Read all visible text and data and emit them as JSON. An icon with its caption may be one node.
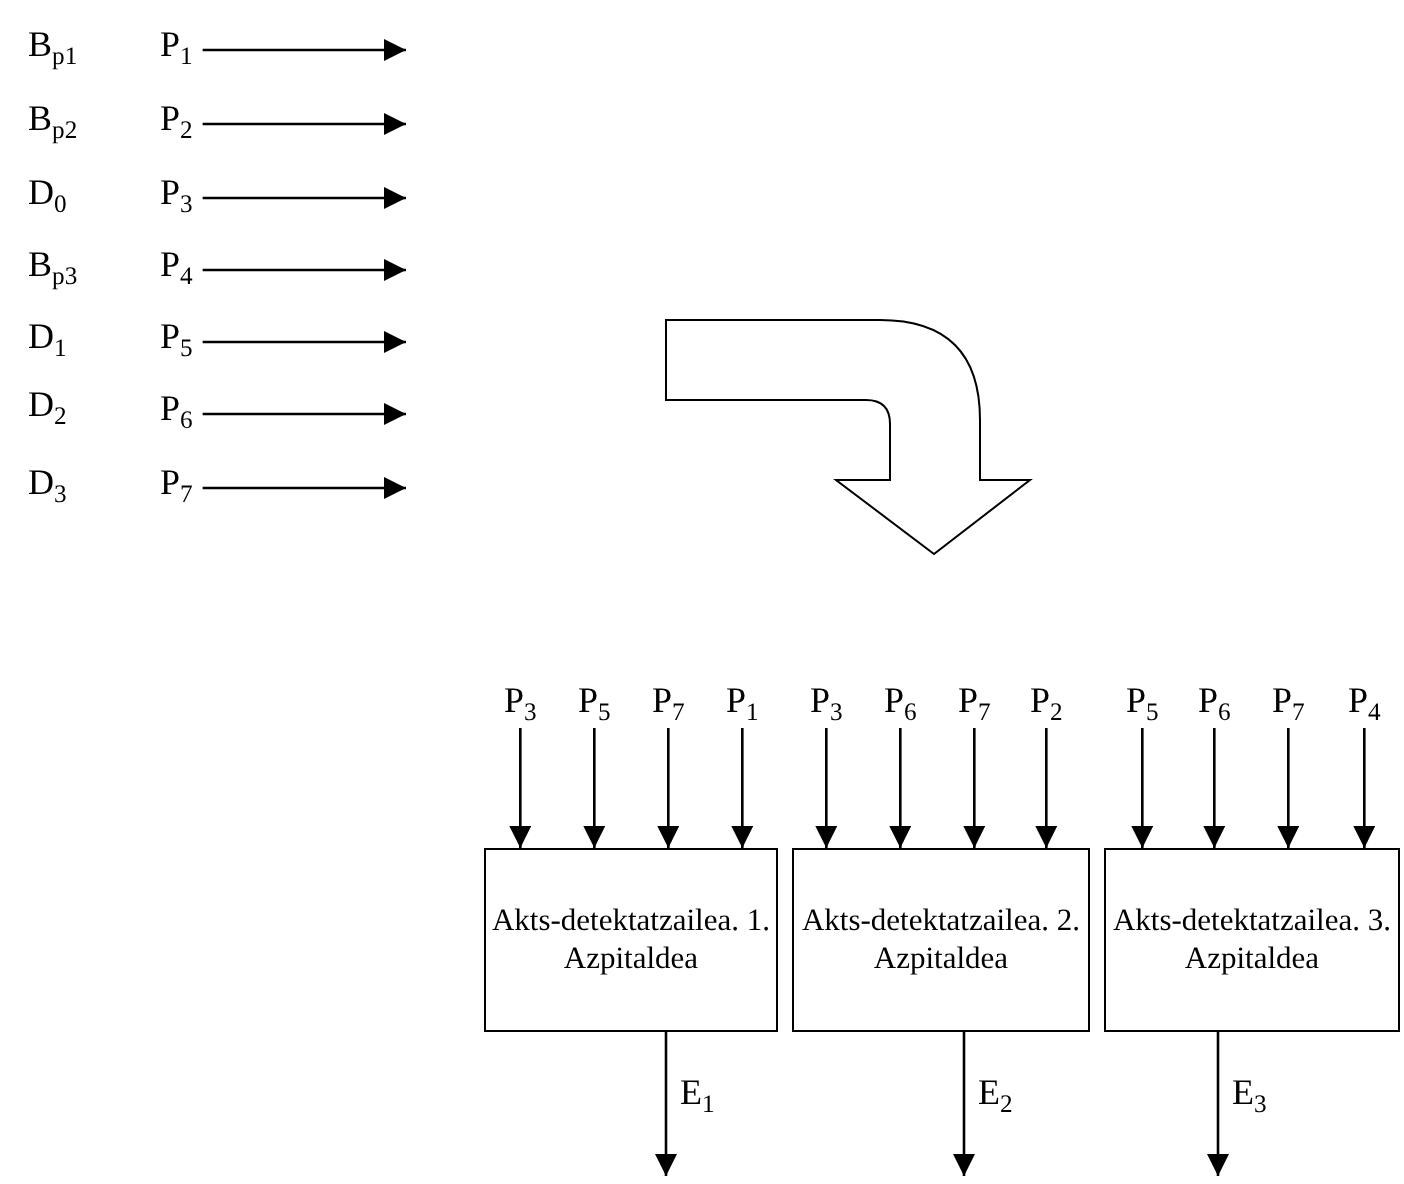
{
  "diagram": {
    "nodes": [
      {
        "text": [
          "P$_{1}$"
        ]
      },
      {
        "text": [
          "P$_{2}$"
        ]
      },
      {
        "text": [
          "P$_{3}$"
        ]
      },
      {
        "text": [
          "P$_{4}$"
        ]
      },
      {
        "text": [
          "P$_{5}$"
        ]
      },
      {
        "text": [
          "P$_{6}$"
        ]
      },
      {
        "text": [
          "P$_{7}$"
        ]
      },
      {
        "text": [
          "Akts-detektatzailea. 1. Azpitaldea"
        ]
      },
      {
        "text": [
          "Akts-detektatzailea. 2. Azpitaldea"
        ]
      },
      {
        "text": [
          "Akts-detektatzailea. 3. Azpitaldea"
        ]
      },
      {
        "text": [
          "P$_{3}$"
        ]
      },
      {
        "text": [
          "P$_{5}$"
        ]
      },
      {
        "text": [
          "P$_{7}$"
        ]
      },
      {
        "text": [
          "P$_{1}$"
        ]
      },
      {
        "text": [
          "P$_{3}$"
        ]
      },
      {
        "text": [
          "P$_{6}$"
        ]
      },
      {
        "text": [
          "P$_{7}$"
        ]
      },
      {
        "text": [
          "P$_{2}$"
        ]
      },
      {
        "text": [
          "P$_{5}$"
        ]
      },
      {
        "text": [
          "P$_{6}$"
        ]
      },
      {
        "text": [
          "P$_{7}$"
        ]
      },
      {
        "text": [
          "P$_{4}$"
        ]
      }
    ],
    "edges": [
      {
        "from": 0,
        "to": null,
        "arrow": "to"
      },
      {
        "from": 1,
        "to": null,
        "arrow": "to"
      },
      {
        "from": 2,
        "to": null,
        "arrow": "to"
      },
      {
        "from": 3,
        "to": null,
        "arrow": "to"
      },
      {
        "from": 4,
        "to": null,
        "arrow": "to"
      },
      {
        "from": 5,
        "to": null,
        "arrow": "to"
      },
      {
        "from": 6,
        "to": null,
        "arrow": "to"
      },
      {
        "from": 10,
        "to": 7,
        "arrow": "to"
      },
      {
        "from": 11,
        "to": 7,
        "arrow": "to"
      },
      {
        "from": 12,
        "to": 7,
        "arrow": "to"
      },
      {
        "from": 13,
        "to": 7,
        "arrow": "to"
      },
      {
        "from": 14,
        "to": 8,
        "arrow": "to"
      },
      {
        "from": 15,
        "to": 8,
        "arrow": "to"
      },
      {
        "from": 16,
        "to": 8,
        "arrow": "to"
      },
      {
        "from": 17,
        "to": 8,
        "arrow": "to"
      },
      {
        "from": 18,
        "to": 9,
        "arrow": "to"
      },
      {
        "from": 19,
        "to": 9,
        "arrow": "to"
      },
      {
        "from": 20,
        "to": 9,
        "arrow": "to"
      },
      {
        "from": 21,
        "to": 9,
        "arrow": "to"
      },
      {
        "from": 7,
        "to": null,
        "arrow": "to",
        "label": "E$_{1}$"
      },
      {
        "from": 8,
        "to": null,
        "arrow": "to",
        "label": "E$_{2}$"
      },
      {
        "from": 9,
        "to": null,
        "arrow": "to",
        "label": "E$_{3}$"
      }
    ],
    "labels": [
      "B$_{p1}$",
      "B$_{p2}$",
      "D$_{0}$",
      "B$_{p3}$",
      "D$_{1}$",
      "D$_{2}$",
      "D$_{3}$"
    ]
  }
}
